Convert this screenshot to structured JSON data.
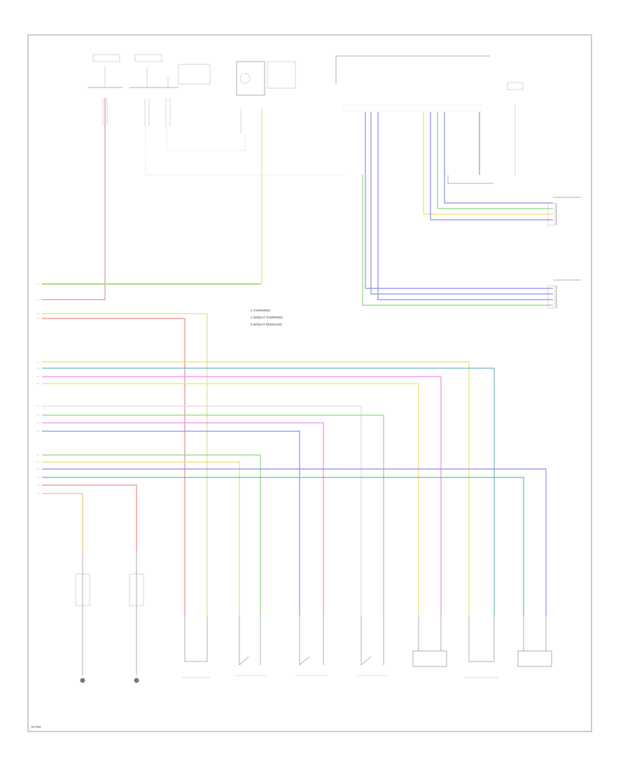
{
  "diagram": {
    "legend_lines": [
      "1 TAMPERED",
      "2 W/SEAT TAMPERED",
      "3 W/SEAT REMOVED"
    ],
    "footer_code": "D7784",
    "colors": {
      "red": "#ee8a8a",
      "green": "#8ed67e",
      "yellow": "#eee06a",
      "blue": "#8b8bf0",
      "teal": "#6fb3b8",
      "magenta": "#ee8cee",
      "olive": "#c9c55a",
      "gray": "#cfcfcf",
      "orange": "#f1c27a"
    }
  }
}
